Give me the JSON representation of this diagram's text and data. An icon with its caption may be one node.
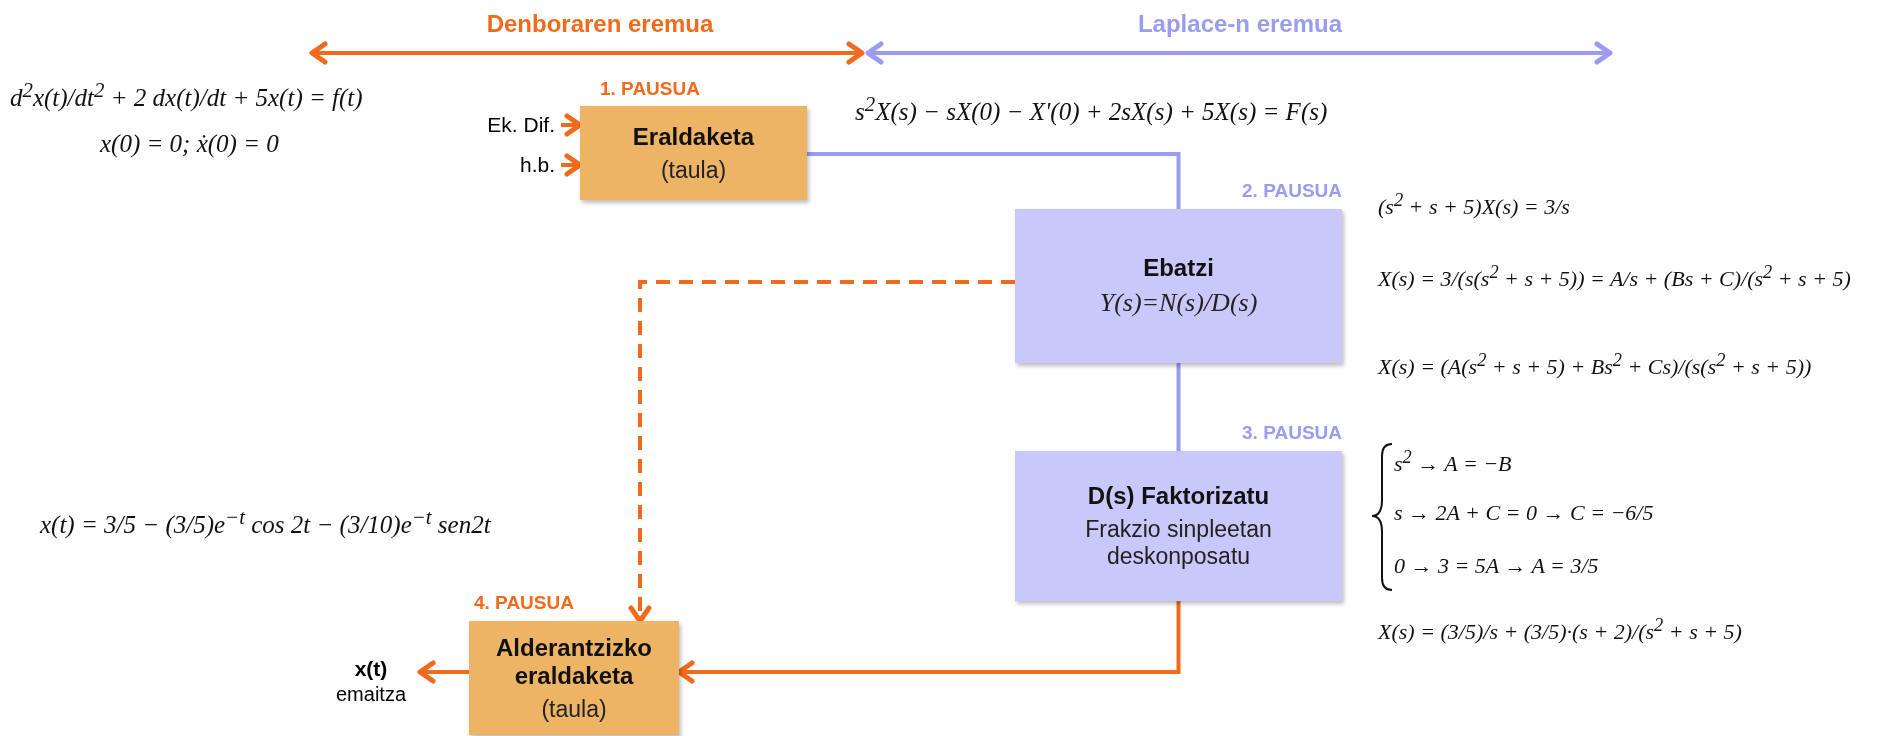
{
  "diagram": {
    "nodes": [
      {
        "text": [
          "Ek. Dif."
        ]
      },
      {
        "text": [
          "h.b."
        ]
      },
      {
        "text": [
          "Eraldaketa",
          "(taula)"
        ],
        "beside": [
          "1. PAUSUA"
        ]
      },
      {
        "text": [
          "Ebatzi",
          "Y(s)=N(s)/D(s)"
        ],
        "beside": [
          "2. PAUSUA"
        ]
      },
      {
        "text": [
          "D(s) Faktorizatu",
          "Frakzio sinpleetan deskonposatu"
        ],
        "beside": [
          "3. PAUSUA"
        ]
      },
      {
        "text": [
          "Alderantzizko eraldaketa",
          "(taula)"
        ],
        "beside": [
          "4. PAUSUA"
        ]
      },
      {
        "text": [
          "x(t)",
          "emaitza"
        ]
      }
    ],
    "edges": [
      {
        "from": 0,
        "to": 2,
        "arrow": "to"
      },
      {
        "from": 1,
        "to": 2,
        "arrow": "to"
      },
      {
        "from": 2,
        "to": 3,
        "arrow": "none",
        "color": "#9b9bf2"
      },
      {
        "from": 3,
        "to": 4,
        "arrow": "none",
        "color": "#9b9bf2"
      },
      {
        "from": 3,
        "to": 5,
        "arrow": "to",
        "style": "dashed"
      },
      {
        "from": 4,
        "to": 5,
        "arrow": "to"
      },
      {
        "from": 5,
        "to": 6,
        "arrow": "to"
      }
    ],
    "labels": [
      "Denboraren eremua",
      "Laplace-n eremua",
      "d$^{2}$x(t)/dt$^{2}$ + 2 dx(t)/dt + 5x(t) = f(t)",
      "x(0) = 0; ẋ(0) = 0",
      "s$^{2}$X(s) − sX(0) − X'(0) + 2sX(s) + 5X(s) = F(s)",
      "(s$^{2}$ + s + 5)X(s) = 3/s",
      "X(s) = 3/(s(s$^{2}$ + s + 5)) = A/s + (Bs + C)/(s$^{2}$ + s + 5)",
      "X(s) = (A(s$^{2}$ + s + 5) + Bs$^{2}$ + Cs)/(s(s$^{2}$ + s + 5))",
      "s$^{2}$ → A = −B",
      "s → 2A + C = 0 → C = −6/5",
      "0 → 3 = 5A → A = 3/5",
      "X(s) = (3/5)/s + (3/5)·(s + 2)/(s$^{2}$ + s + 5)",
      "x(t) = 3/5 − (3/5)e$^{−t}$ cos 2t − (3/10)e$^{−t}$ sen2t"
    ]
  }
}
